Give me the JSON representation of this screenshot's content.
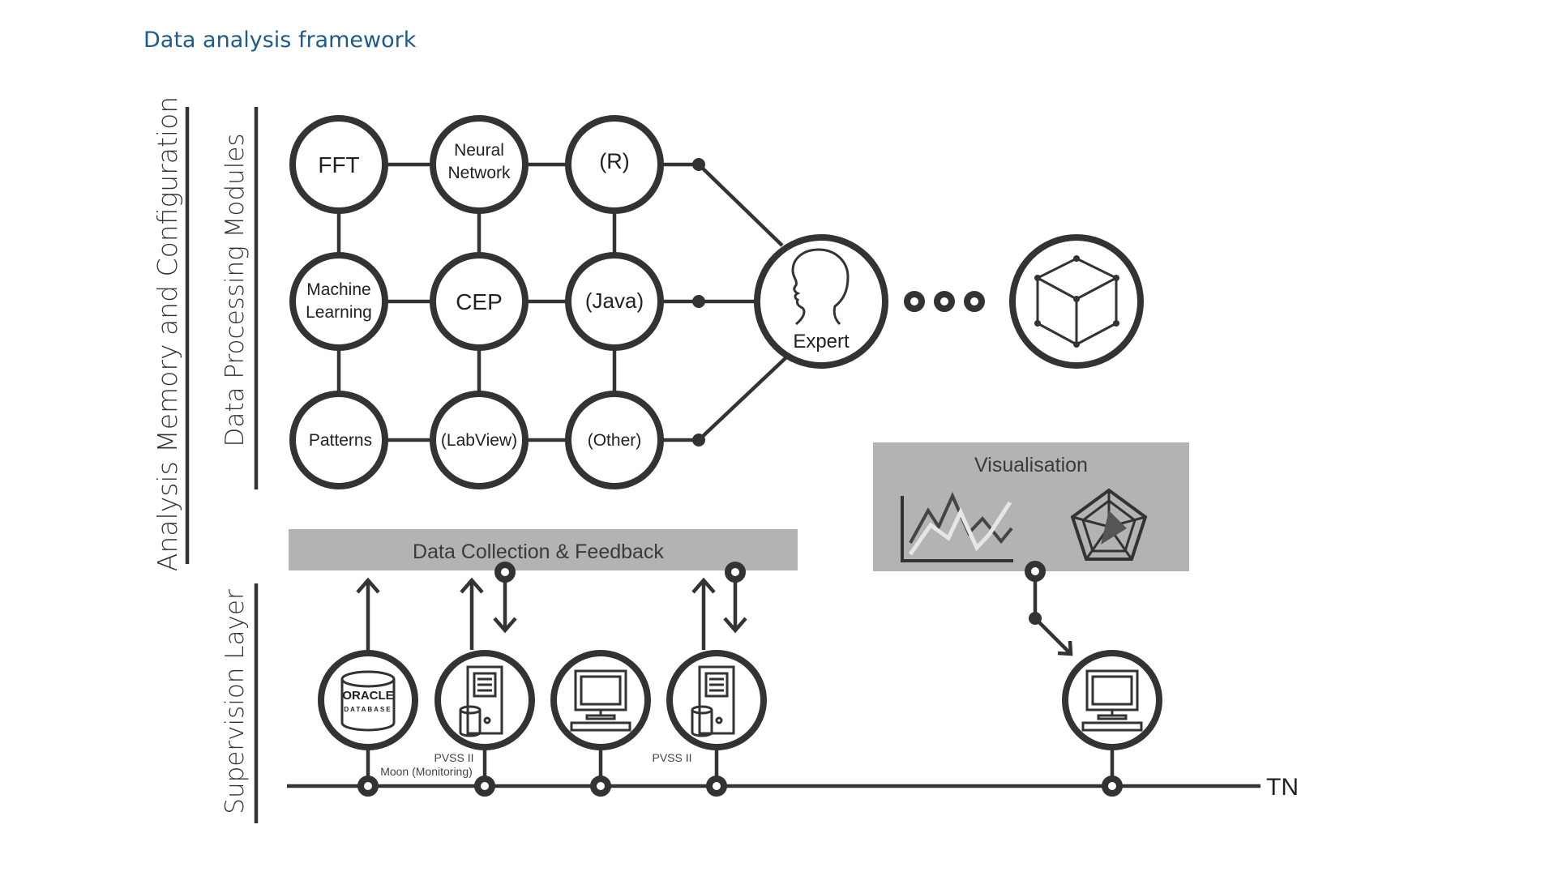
{
  "title": "Data analysis framework",
  "side_labels": {
    "outer": "Analysis Memory and Configuration",
    "modules": "Data Processing Modules",
    "supervision": "Supervision Layer"
  },
  "modules": {
    "fft": "FFT",
    "neural_line1": "Neural",
    "neural_line2": "Network",
    "r": "(R)",
    "ml_line1": "Machine",
    "ml_line2": "Learning",
    "cep": "CEP",
    "java": "(Java)",
    "patterns": "Patterns",
    "labview": "(LabView)",
    "other": "(Other)"
  },
  "expert": "Expert",
  "visualisation": "Visualisation",
  "data_collection": "Data Collection & Feedback",
  "oracle": {
    "brand": "ORACLE",
    "sub": "DATABASE"
  },
  "station_labels": {
    "pvss_1": "PVSS II",
    "moon": "Moon (Monitoring)",
    "pvss_2": "PVSS II"
  },
  "network": "TN",
  "colors": {
    "stroke": "#333333",
    "title": "#1f5a8c",
    "box": "#b3b3b3"
  }
}
